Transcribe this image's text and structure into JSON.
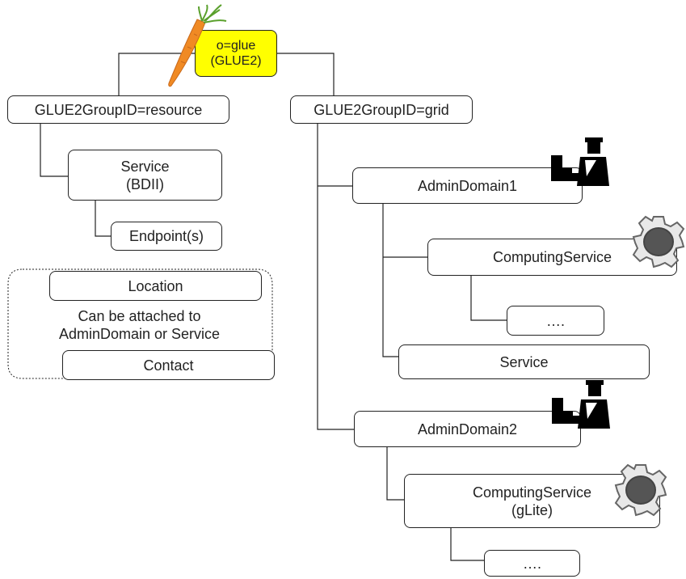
{
  "root": {
    "line1": "o=glue",
    "line2": "(GLUE2)",
    "color": "#ffff00"
  },
  "resource_group": {
    "label": "GLUE2GroupID=resource"
  },
  "grid_group": {
    "label": "GLUE2GroupID=grid"
  },
  "service_bdii": {
    "line1": "Service",
    "line2": "(BDII)"
  },
  "endpoint": {
    "label": "Endpoint(s)"
  },
  "location": {
    "label": "Location"
  },
  "attach_note": {
    "line1": "Can be attached to",
    "line2": "AdminDomain or Service"
  },
  "contact": {
    "label": "Contact"
  },
  "admin_domain_1": {
    "label": "AdminDomain1"
  },
  "computing_service_1": {
    "label": "ComputingService"
  },
  "ellipsis_1": {
    "label": "…."
  },
  "service_grid": {
    "label": "Service"
  },
  "admin_domain_2": {
    "label": "AdminDomain2"
  },
  "computing_service_2": {
    "line1": "ComputingService",
    "line2": "(gLite)"
  },
  "ellipsis_2": {
    "label": "…."
  },
  "icons": [
    "carrot-icon",
    "admin-officer-icon",
    "gear-icon"
  ],
  "colors": {
    "carrot": "#f08a24",
    "leaves": "#5aa02c",
    "gear": "#555555",
    "line": "#222222"
  }
}
